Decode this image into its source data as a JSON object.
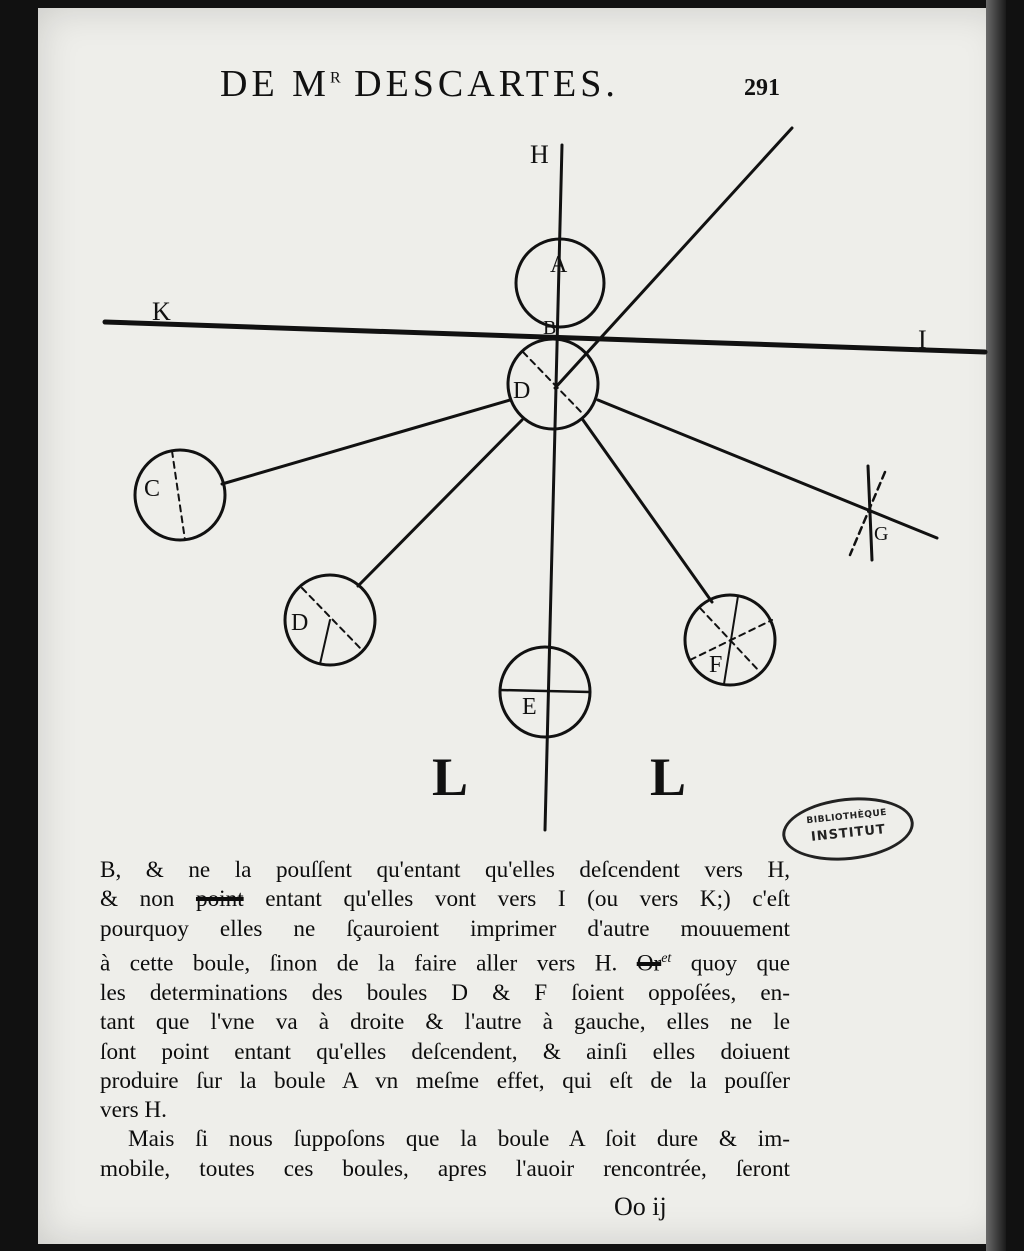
{
  "header": {
    "running_head": "DE M",
    "running_head_sup": "R",
    "running_head_rest": " DESCARTES.",
    "page_number": "291"
  },
  "figure": {
    "labels": {
      "H": "H",
      "A": "A",
      "B": "B",
      "K": "K",
      "I": "I",
      "D": "D",
      "C": "C",
      "D2": "D",
      "F": "F",
      "E": "E",
      "G": "G",
      "L_left": "L",
      "L_right": "L"
    }
  },
  "stamp": {
    "line1": "BIBLIOTHÈQUE",
    "line2": "INSTITUT"
  },
  "body": {
    "lines": [
      "B, & ne la pouſſent qu'entant qu'elles deſcendent vers H,",
      "& non ",
      "pourquoy elles ne ſçauroient imprimer d'autre mouuement",
      "à cette boule, ſinon de la faire aller vers H. ",
      "les determinations des boules D & F ſoient oppoſées, en-",
      "tant que l'vne va à droite & l'autre à gauche, elles ne le",
      "ſont point entant qu'elles deſcendent, & ainſi elles doiuent",
      "produire ſur la boule A vn meſme effet, qui eſt de la pouſſer",
      "vers H.",
      "Mais ſi nous ſuppoſons que la boule A ſoit dure & im-",
      "mobile, toutes ces boules, apres l'auoir rencontrée, ſeront"
    ],
    "line2_struck": "point",
    "line2_rest": " entant qu'elles vont vers I (ou vers K;) c'eſt",
    "line4_struck": "Or",
    "line4_insert": "et",
    "line4_rest": " quoy que"
  },
  "catchword": "Oo ij"
}
